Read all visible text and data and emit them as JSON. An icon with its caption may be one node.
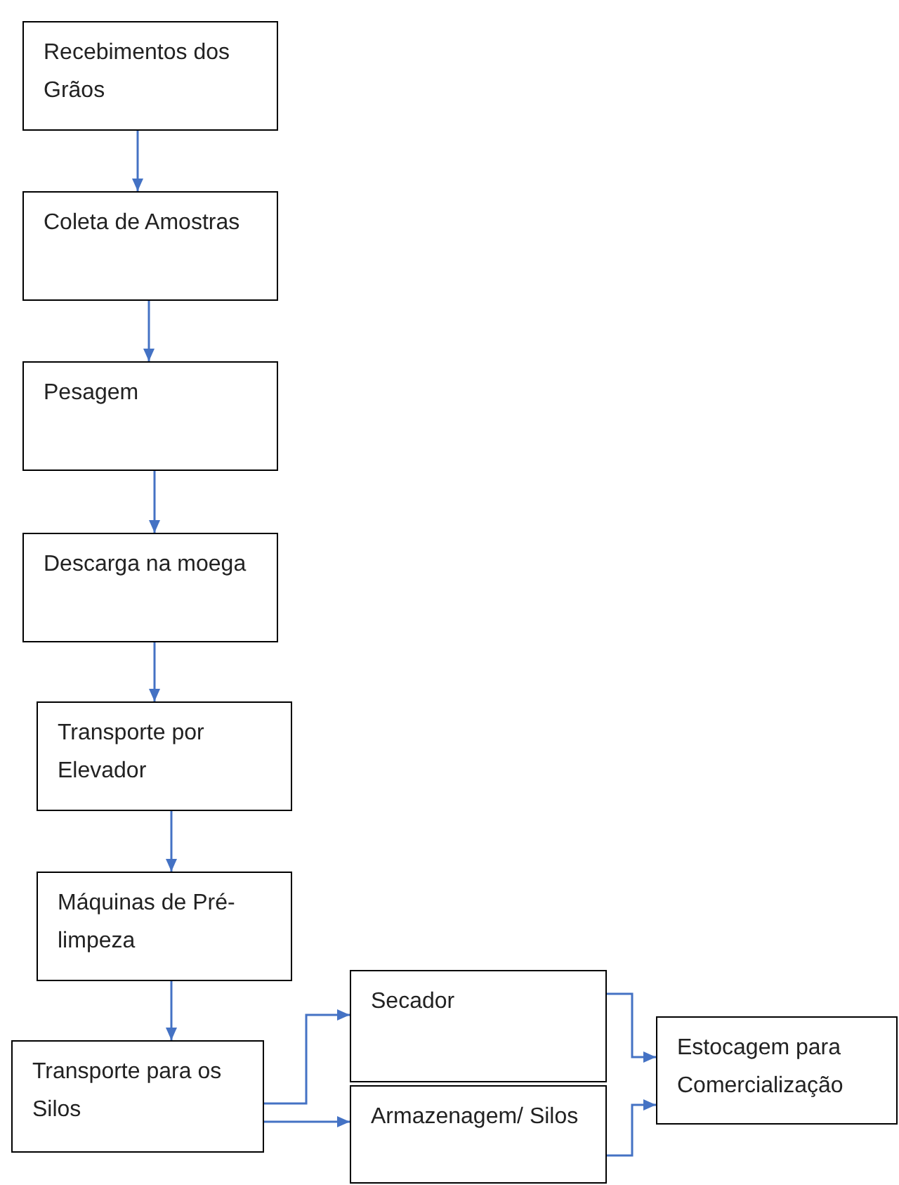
{
  "diagram": {
    "nodes": [
      {
        "text": [
          "Recebimentos dos Grãos"
        ]
      },
      {
        "text": [
          "Coleta de Amostras"
        ]
      },
      {
        "text": [
          "Pesagem"
        ]
      },
      {
        "text": [
          "Descarga na moega"
        ]
      },
      {
        "text": [
          "Transporte por Elevador"
        ]
      },
      {
        "text": [
          "Máquinas de Pré-limpeza"
        ]
      },
      {
        "text": [
          "Transporte para os Silos"
        ]
      },
      {
        "text": [
          "Secador"
        ]
      },
      {
        "text": [
          "Armazenagem/ Silos"
        ]
      },
      {
        "text": [
          "Estocagem para Comercialização"
        ]
      }
    ],
    "edges": [
      {
        "from": 0,
        "to": 1,
        "arrow": "to"
      },
      {
        "from": 1,
        "to": 2,
        "arrow": "to"
      },
      {
        "from": 2,
        "to": 3,
        "arrow": "to"
      },
      {
        "from": 3,
        "to": 4,
        "arrow": "to"
      },
      {
        "from": 4,
        "to": 5,
        "arrow": "to"
      },
      {
        "from": 5,
        "to": 6,
        "arrow": "to"
      },
      {
        "from": 6,
        "to": 7,
        "arrow": "to"
      },
      {
        "from": 6,
        "to": 8,
        "arrow": "to"
      },
      {
        "from": 7,
        "to": 9,
        "arrow": "to"
      },
      {
        "from": 8,
        "to": 9,
        "arrow": "to"
      }
    ]
  }
}
